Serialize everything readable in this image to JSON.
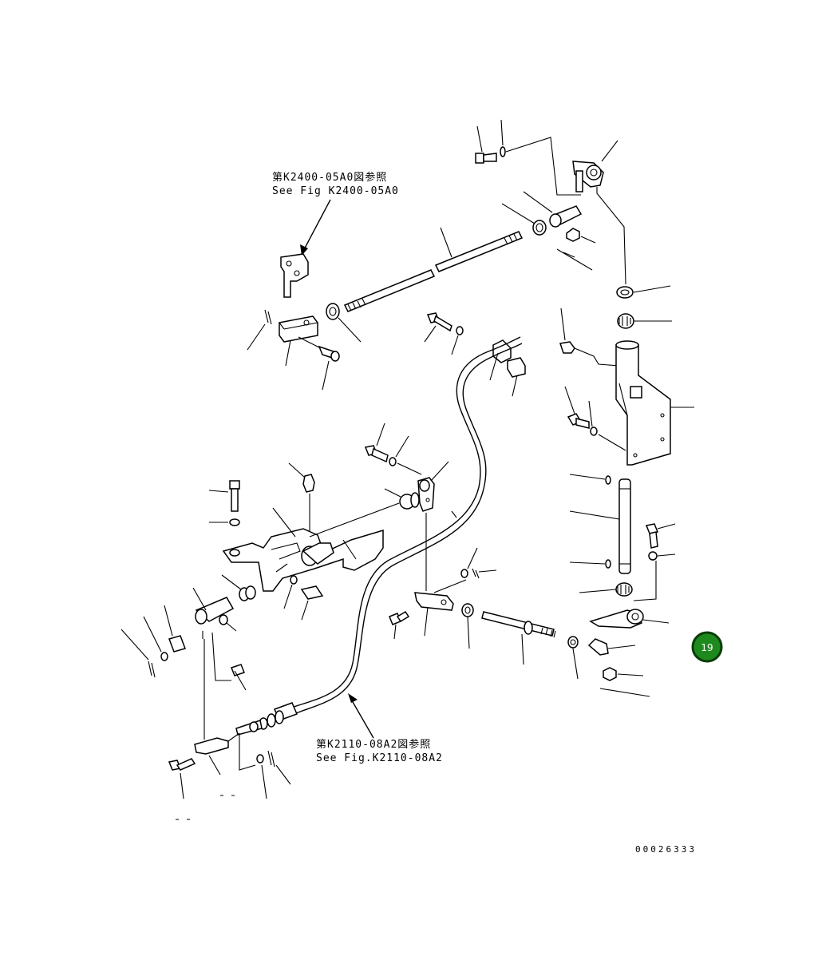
{
  "references": {
    "top_ref_jp": "第K2400-05A0図参照",
    "top_ref_en": "See Fig K2400-05A0",
    "bottom_ref_jp": "第K2110-08A2図参照",
    "bottom_ref_en": "See Fig.K2110-08A2"
  },
  "drawing_number": "00026333",
  "page_badge": "19",
  "colors": {
    "badge": "#1e8a1e",
    "line": "#000000",
    "background": "#ffffff"
  },
  "icons": [
    "arrow-icon"
  ]
}
